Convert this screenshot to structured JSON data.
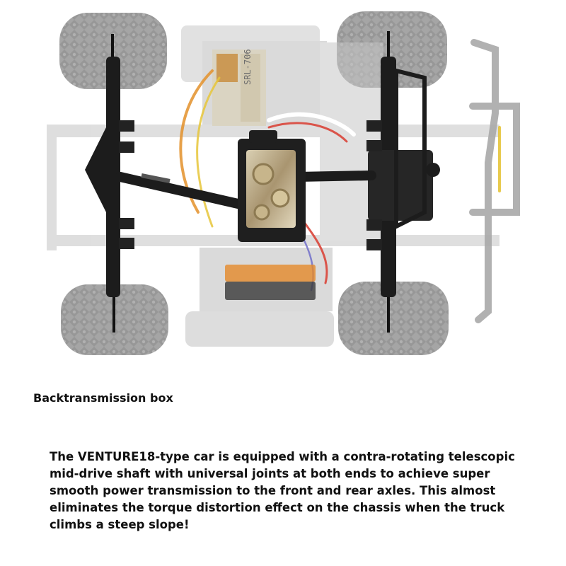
{
  "image": {
    "subject": "rc-truck-chassis-top-view",
    "board_label": "SRL-706",
    "colors": {
      "tire": "#8a8a8a",
      "frame": "#b8b8b8",
      "axle": "#1a1a1a",
      "gear": "#b9a57a",
      "wire_orange": "#e3902a",
      "wire_red": "#d9453a",
      "bumper": "#a9a9a9",
      "accent_yellow": "#e6c53a"
    }
  },
  "caption": {
    "text": "Backtransmission box"
  },
  "description": {
    "text": "The VENTURE18-type car is equipped with a contra-rotating telescopic mid-drive shaft with universal joints at both ends to achieve super smooth power transmission to the front and rear axles. This almost eliminates the torque distortion effect on the chassis when the truck climbs a steep slope!"
  }
}
